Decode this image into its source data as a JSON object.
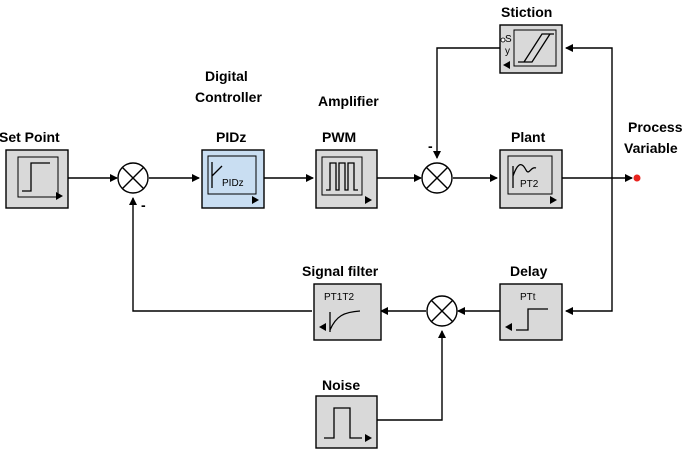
{
  "colors": {
    "controller_fill": "#c9def2",
    "block_fill": "#d9d9d9",
    "output_dot": "#e8231e"
  },
  "blocks": {
    "set_point": {
      "label": "Set Point"
    },
    "controller": {
      "label_line1": "Digital",
      "label_line2": "Controller",
      "label_line3": "PIDz",
      "inner": "PIDz"
    },
    "amplifier": {
      "label_line1": "Amplifier",
      "label_line2": "PWM"
    },
    "stiction": {
      "label": "Stiction",
      "port_s": "S",
      "port_y": "y"
    },
    "plant": {
      "label": "Plant",
      "inner": "PT2"
    },
    "process_variable": {
      "label_line1": "Process",
      "label_line2": "Variable"
    },
    "delay": {
      "label": "Delay",
      "inner": "PTt"
    },
    "signal_filter": {
      "label": "Signal filter",
      "inner": "PT1T2"
    },
    "noise": {
      "label": "Noise"
    }
  },
  "signs": {
    "main_feedback": "-",
    "stiction_feedback": "-"
  }
}
